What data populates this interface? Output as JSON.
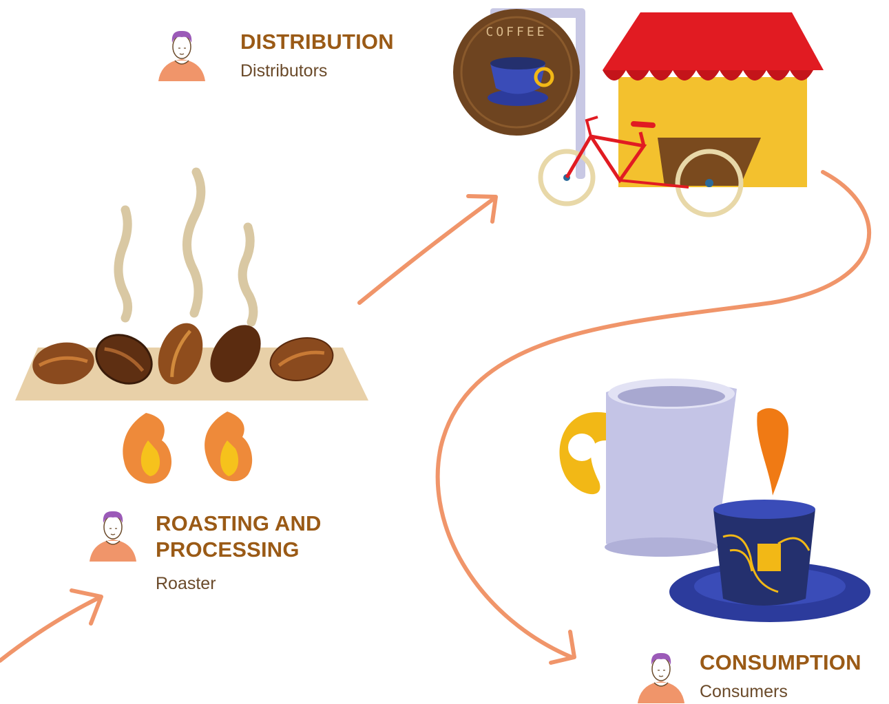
{
  "stages": {
    "distribution": {
      "title": "DISTRIBUTION",
      "actor": "Distributors"
    },
    "roasting": {
      "title_lines": [
        "ROASTING AND",
        "PROCESSING"
      ],
      "actor": "Roaster"
    },
    "consumption": {
      "title": "CONSUMPTION",
      "actor": "Consumers"
    }
  },
  "sign_text": "COFFEE",
  "colors": {
    "title": "#9a5a16",
    "actor": "#6a4a2a",
    "arrow": "#f0956a",
    "awning": "#e11b22",
    "cart": "#f3c12e",
    "bean": "#7a3d17",
    "flame": "#ee8a3a",
    "steam": "#d9c8a3",
    "mug": "#c4c4e6",
    "cup": "#2c3b9c",
    "handle": "#f2b816"
  }
}
